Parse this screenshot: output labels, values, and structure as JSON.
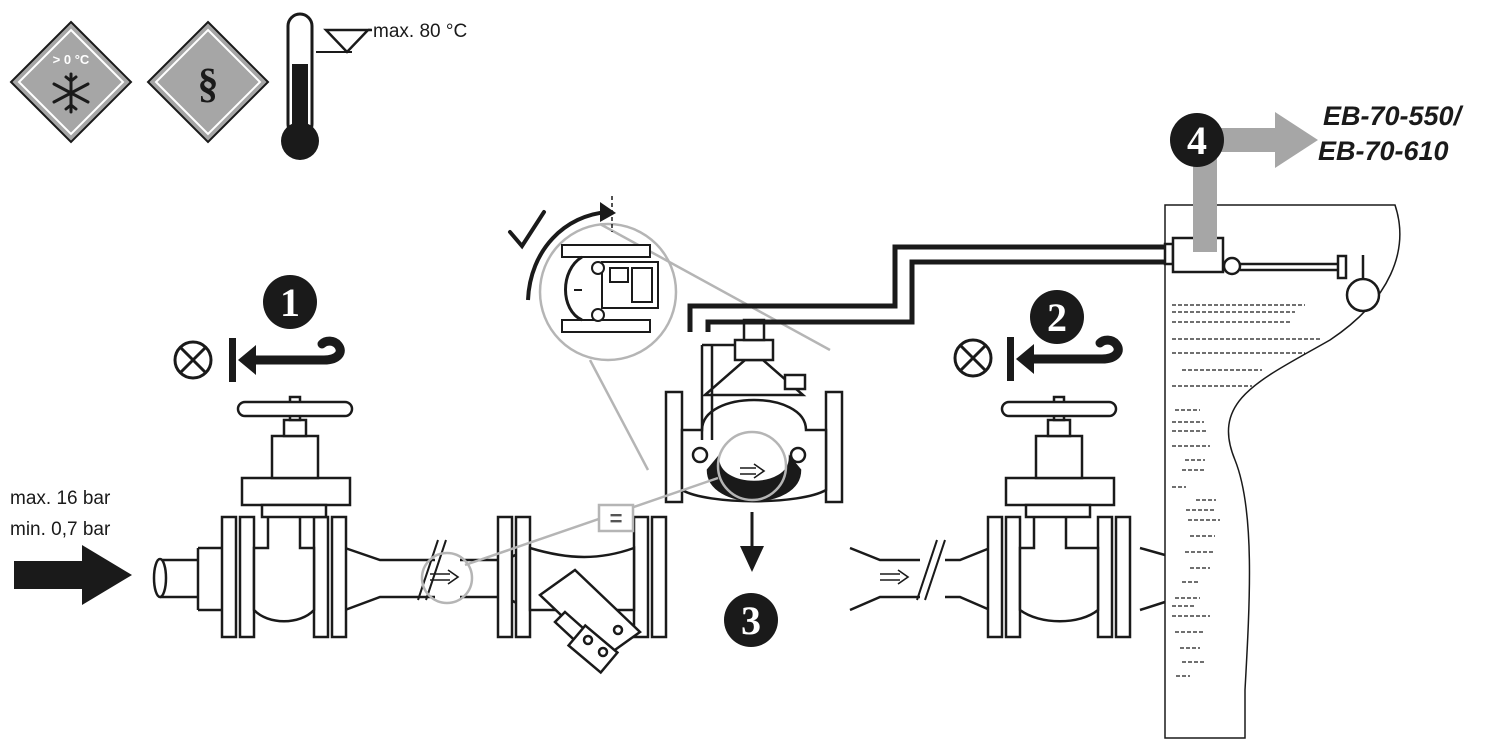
{
  "temperature": {
    "label": "max. 80 °C"
  },
  "pressure": {
    "max_label": "max. 16 bar",
    "min_label": "min. 0,7 bar"
  },
  "frost_sign": {
    "text": "> 0 °C"
  },
  "legal_sign": {
    "text": "§"
  },
  "steps": [
    {
      "number": "1"
    },
    {
      "number": "2"
    },
    {
      "number": "3"
    },
    {
      "number": "4"
    }
  ],
  "strainer_symbol": {
    "text": "="
  },
  "reference": {
    "line1": "EB-70-550/",
    "line2": "EB-70-610"
  },
  "colors": {
    "ink": "#1a1a1a",
    "sign_gray": "#a6a6a6",
    "arrow_gray": "#a6a6a6",
    "callout_gray": "#b5b5b5"
  }
}
